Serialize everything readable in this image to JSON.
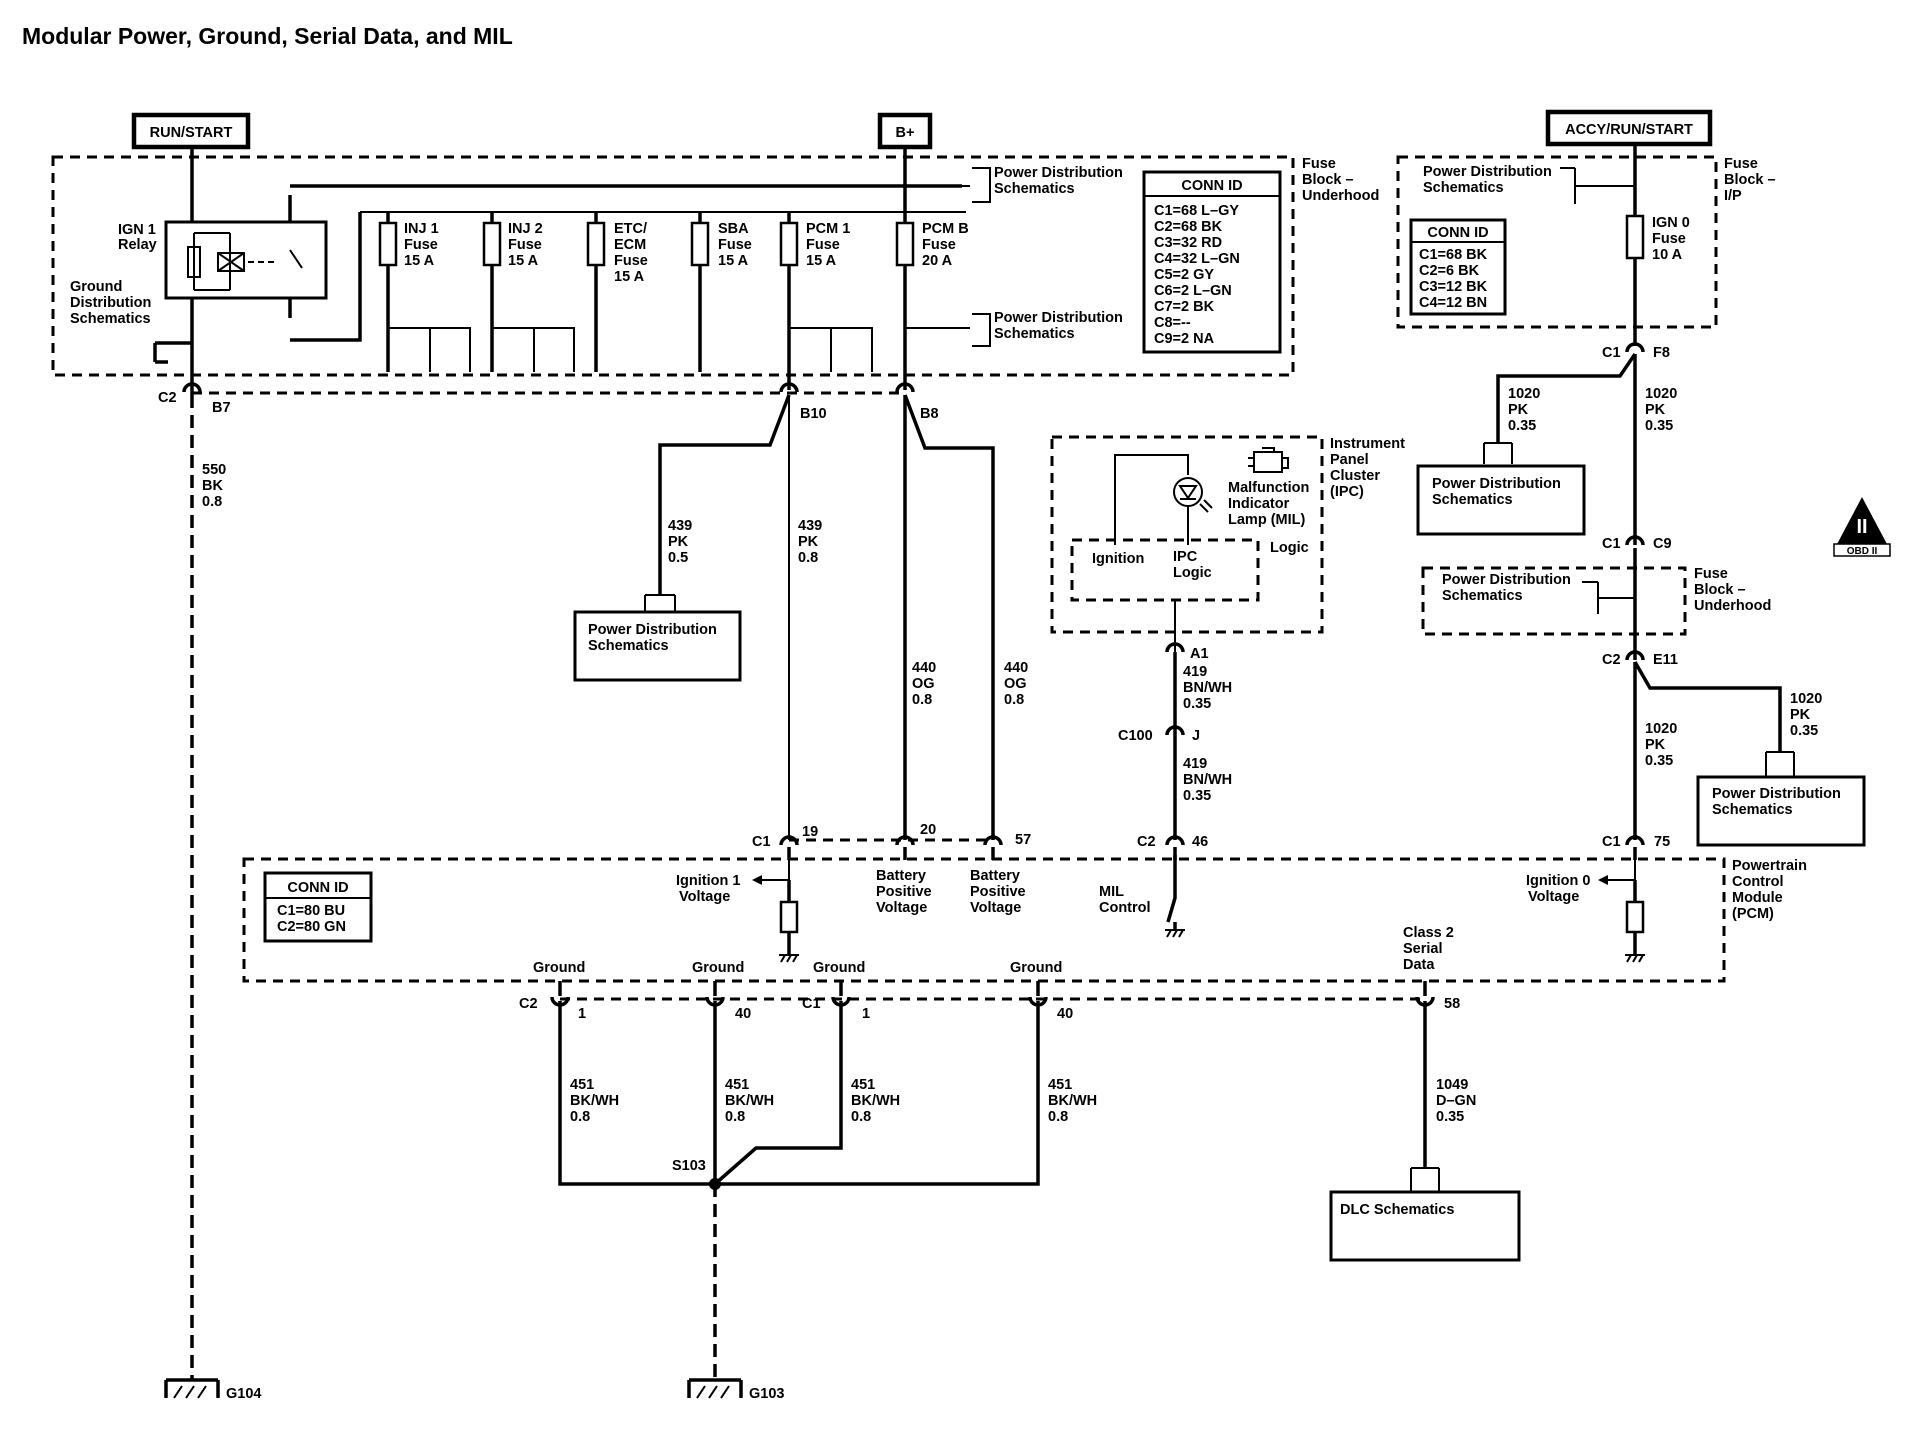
{
  "title": "Modular Power, Ground, Serial Data, and MIL",
  "power_sources": {
    "run_start": "RUN/START",
    "b_plus": "B+",
    "accy_run_start": "ACCY/RUN/START"
  },
  "fuse_block_underhood": {
    "label": [
      "Fuse",
      "Block –",
      "Underhood"
    ],
    "relay": [
      "IGN 1",
      "Relay"
    ],
    "ground_ref": [
      "Ground",
      "Distribution",
      "Schematics"
    ],
    "fuses": [
      {
        "lines": [
          "INJ 1",
          "Fuse",
          "15 A"
        ]
      },
      {
        "lines": [
          "INJ 2",
          "Fuse",
          "15 A"
        ]
      },
      {
        "lines": [
          "ETC/",
          "ECM",
          "Fuse",
          "15 A"
        ]
      },
      {
        "lines": [
          "SBA",
          "Fuse",
          "15 A"
        ]
      },
      {
        "lines": [
          "PCM 1",
          "Fuse",
          "15 A"
        ]
      },
      {
        "lines": [
          "PCM B",
          "Fuse",
          "20 A"
        ]
      }
    ],
    "pd_refs": [
      [
        "Power Distribution",
        "Schematics"
      ],
      [
        "Power Distribution",
        "Schematics"
      ]
    ],
    "conn_id": {
      "title": "CONN ID",
      "rows": [
        "C1=68 L–GY",
        "C2=68 BK",
        "C3=32 RD",
        "C4=32 L–GN",
        "C5=2 GY",
        "C6=2 L–GN",
        "C7=2 BK",
        "C8=--",
        "C9=2 NA"
      ]
    }
  },
  "fuse_block_ip": {
    "label": [
      "Fuse",
      "Block –",
      "I/P"
    ],
    "pd_ref": [
      "Power Distribution",
      "Schematics"
    ],
    "fuse": [
      "IGN 0",
      "Fuse",
      "10 A"
    ],
    "conn_id": {
      "title": "CONN ID",
      "rows": [
        "C1=68 BK",
        "C2=6 BK",
        "C3=12 BK",
        "C4=12 BN"
      ]
    }
  },
  "ipc": {
    "label": [
      "Instrument",
      "Panel",
      "Cluster",
      "(IPC)"
    ],
    "lamp": [
      "Malfunction",
      "Indicator",
      "Lamp (MIL)"
    ],
    "logic_label": "Logic",
    "ignition": "Ignition",
    "ipc_logic": [
      "IPC",
      "Logic"
    ]
  },
  "fuse_block_underhood_2": {
    "label": [
      "Fuse",
      "Block –",
      "Underhood"
    ],
    "pd_ref": [
      "Power Distribution",
      "Schematics"
    ]
  },
  "pcm": {
    "label": [
      "Powertrain",
      "Control",
      "Module",
      "(PCM)"
    ],
    "conn_id": {
      "title": "CONN ID",
      "rows": [
        "C1=80 BU",
        "C2=80 GN"
      ]
    },
    "ign1": [
      "Ignition 1",
      "Voltage"
    ],
    "bat1": [
      "Battery",
      "Positive",
      "Voltage"
    ],
    "bat2": [
      "Battery",
      "Positive",
      "Voltage"
    ],
    "mil": [
      "MIL",
      "Control"
    ],
    "ign0": [
      "Ignition 0",
      "Voltage"
    ],
    "grounds": [
      "Ground",
      "Ground",
      "Ground",
      "Ground"
    ],
    "class2": [
      "Class 2",
      "Serial",
      "Data"
    ]
  },
  "connectors": {
    "c2": "C2",
    "b7": "B7",
    "b10": "B10",
    "b8": "B8",
    "c1_f8": "C1",
    "f8": "F8",
    "c1_c9": "C1",
    "c9": "C9",
    "c2_e11": "C2",
    "e11": "E11",
    "a1": "A1",
    "c100": "C100",
    "j": "J",
    "pcm_c1": "C1",
    "p19": "19",
    "p20": "20",
    "p57": "57",
    "pcm_c2": "C2",
    "p46": "46",
    "pcm_c1b": "C1",
    "p75": "75",
    "g_c2": "C2",
    "g1": "1",
    "g40": "40",
    "g_c1": "C1",
    "g1b": "1",
    "g40b": "40",
    "p58": "58"
  },
  "wires": {
    "w550": [
      "550",
      "BK",
      "0.8"
    ],
    "w439a": [
      "439",
      "PK",
      "0.5"
    ],
    "w439b": [
      "439",
      "PK",
      "0.8"
    ],
    "w440a": [
      "440",
      "OG",
      "0.8"
    ],
    "w440b": [
      "440",
      "OG",
      "0.8"
    ],
    "w419a": [
      "419",
      "BN/WH",
      "0.35"
    ],
    "w419b": [
      "419",
      "BN/WH",
      "0.35"
    ],
    "w1020a": [
      "1020",
      "PK",
      "0.35"
    ],
    "w1020b": [
      "1020",
      "PK",
      "0.35"
    ],
    "w1020c": [
      "1020",
      "PK",
      "0.35"
    ],
    "w1020d": [
      "1020",
      "PK",
      "0.35"
    ],
    "w451a": [
      "451",
      "BK/WH",
      "0.8"
    ],
    "w451b": [
      "451",
      "BK/WH",
      "0.8"
    ],
    "w451c": [
      "451",
      "BK/WH",
      "0.8"
    ],
    "w451d": [
      "451",
      "BK/WH",
      "0.8"
    ],
    "w1049": [
      "1049",
      "D–GN",
      "0.35"
    ]
  },
  "refs": {
    "pd1": [
      "Power Distribution",
      "Schematics"
    ],
    "pd2": [
      "Power Distribution",
      "Schematics"
    ],
    "pd3": [
      "Power Distribution",
      "Schematics"
    ],
    "dlc": "DLC Schematics"
  },
  "splice": "S103",
  "grounds": {
    "g104": "G104",
    "g103": "G103"
  },
  "obd": {
    "numeral": "II",
    "label": "OBD II"
  }
}
